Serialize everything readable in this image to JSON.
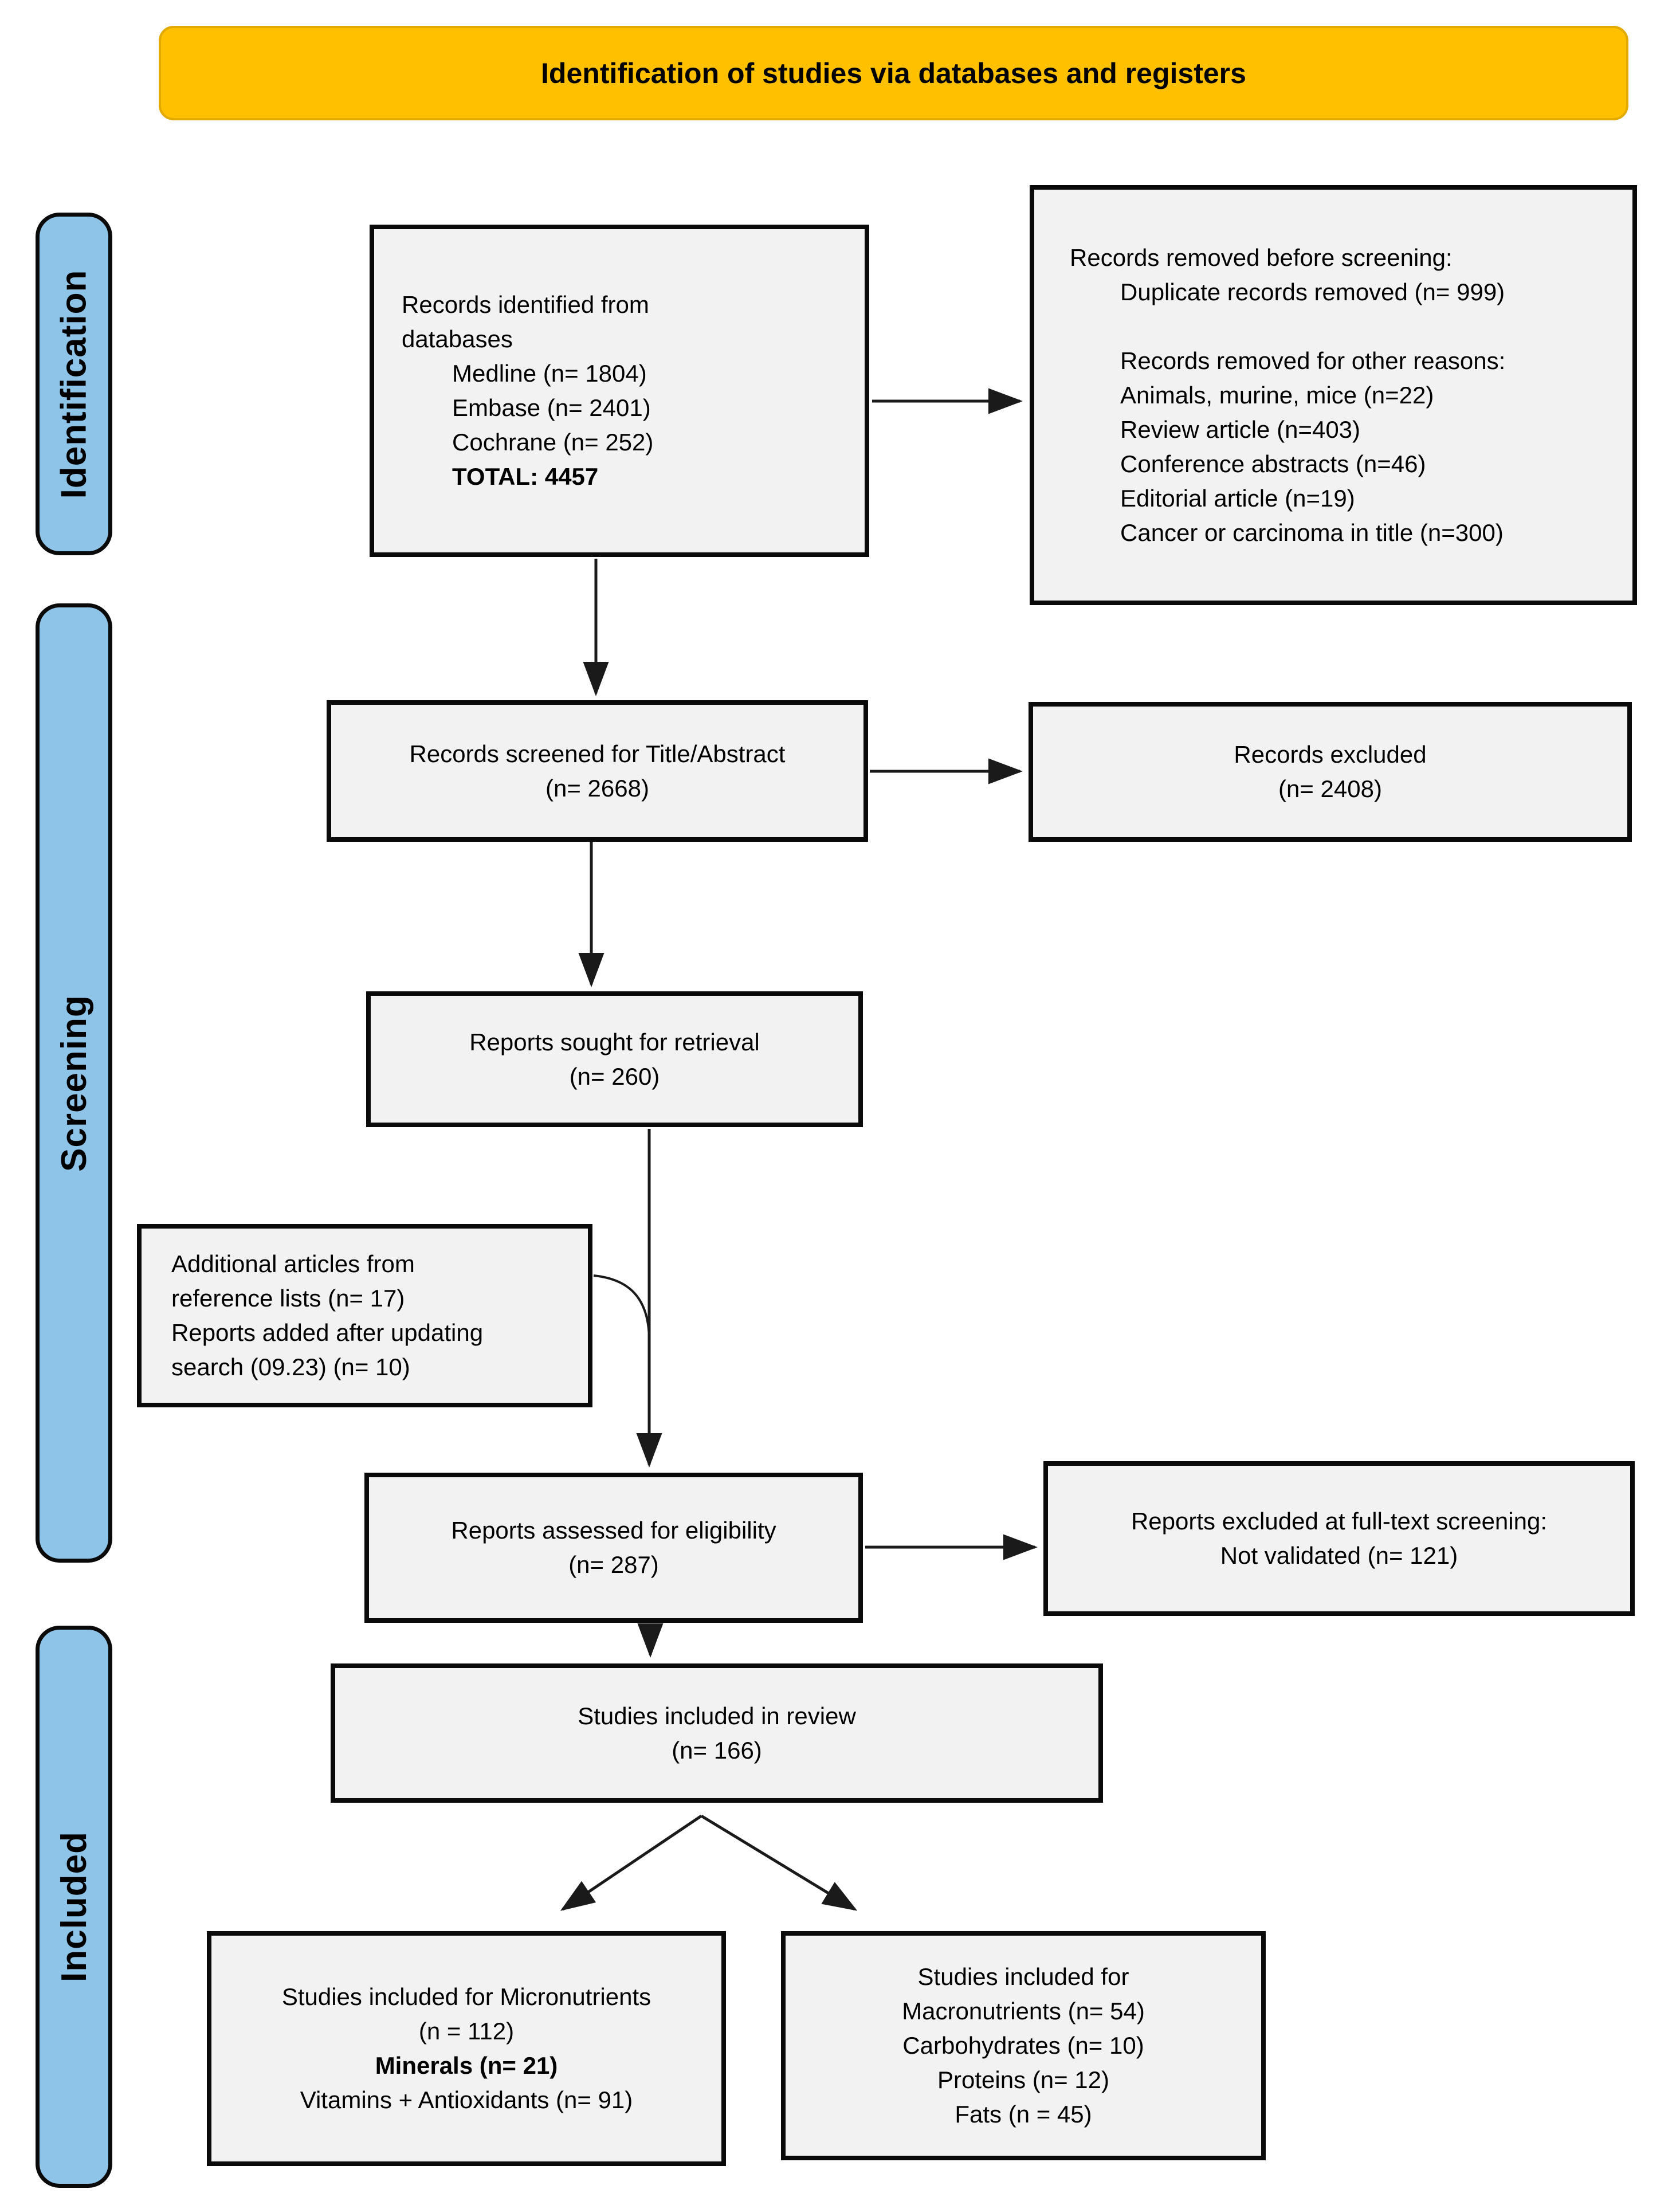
{
  "banner": {
    "title": "Identification of studies via databases and registers"
  },
  "stages": [
    {
      "label": "Identification"
    },
    {
      "label": "Screening"
    },
    {
      "label": "Included"
    }
  ],
  "colors": {
    "banner_bg": "#FFC000",
    "stage_bg": "#8FC4E9",
    "box_bg": "#F2F2F2",
    "border": "#000000",
    "arrow": "#1A1A1A"
  },
  "boxes": {
    "records_identified": {
      "lines": [
        {
          "t": "Records identified from",
          "i": 0,
          "b": false
        },
        {
          "t": "databases",
          "i": 0,
          "b": false
        },
        {
          "t": "Medline (n= 1804)",
          "i": 1,
          "b": false
        },
        {
          "t": "Embase (n= 2401)",
          "i": 1,
          "b": false
        },
        {
          "t": "Cochrane (n= 252)",
          "i": 1,
          "b": false
        },
        {
          "t": "TOTAL: 4457",
          "i": 1,
          "b": true
        }
      ]
    },
    "records_removed": {
      "lines": [
        {
          "t": "Records removed before screening:",
          "i": 0,
          "b": false
        },
        {
          "t": "Duplicate records removed (n= 999)",
          "i": 1,
          "b": false
        },
        {
          "t": "",
          "i": 0,
          "b": false
        },
        {
          "t": "Records removed for other reasons:",
          "i": 1,
          "b": false
        },
        {
          "t": "Animals, murine, mice (n=22)",
          "i": 1,
          "b": false
        },
        {
          "t": "Review article (n=403)",
          "i": 1,
          "b": false
        },
        {
          "t": "Conference abstracts (n=46)",
          "i": 1,
          "b": false
        },
        {
          "t": "Editorial article (n=19)",
          "i": 1,
          "b": false
        },
        {
          "t": "Cancer or carcinoma in title (n=300)",
          "i": 1,
          "b": false
        }
      ]
    },
    "records_screened": {
      "lines": [
        {
          "t": "Records screened for Title/Abstract",
          "i": 0,
          "b": false
        },
        {
          "t": "(n= 2668)",
          "i": 0,
          "b": false
        }
      ]
    },
    "records_excluded": {
      "lines": [
        {
          "t": "Records excluded",
          "i": 0,
          "b": false
        },
        {
          "t": "(n= 2408)",
          "i": 0,
          "b": false
        }
      ]
    },
    "reports_sought": {
      "lines": [
        {
          "t": "Reports sought for retrieval",
          "i": 0,
          "b": false
        },
        {
          "t": "(n= 260)",
          "i": 0,
          "b": false
        }
      ]
    },
    "additional_articles": {
      "lines": [
        {
          "t": "Additional articles from",
          "i": 0,
          "b": false
        },
        {
          "t": "reference lists (n= 17)",
          "i": 0,
          "b": false
        },
        {
          "t": "Reports added after updating",
          "i": 0,
          "b": false
        },
        {
          "t": "search (09.23) (n= 10)",
          "i": 0,
          "b": false
        }
      ]
    },
    "reports_assessed": {
      "lines": [
        {
          "t": "Reports assessed for eligibility",
          "i": 0,
          "b": false
        },
        {
          "t": "(n= 287)",
          "i": 0,
          "b": false
        }
      ]
    },
    "reports_excluded_ft": {
      "lines": [
        {
          "t": "Reports excluded at full-text screening:",
          "i": 0,
          "b": false
        },
        {
          "t": "Not validated (n= 121)",
          "i": 0,
          "b": false
        }
      ]
    },
    "studies_included": {
      "lines": [
        {
          "t": "Studies included in review",
          "i": 0,
          "b": false
        },
        {
          "t": "(n= 166)",
          "i": 0,
          "b": false
        }
      ]
    },
    "micronutrients": {
      "lines": [
        {
          "t": "Studies included for Micronutrients",
          "i": 0,
          "b": false
        },
        {
          "t": "(n = 112)",
          "i": 0,
          "b": false
        },
        {
          "t": "Minerals (n= 21)",
          "i": 0,
          "b": true
        },
        {
          "t": "Vitamins + Antioxidants (n= 91)",
          "i": 0,
          "b": false
        }
      ]
    },
    "macronutrients": {
      "lines": [
        {
          "t": "Studies included for",
          "i": 0,
          "b": false
        },
        {
          "t": "Macronutrients (n= 54)",
          "i": 0,
          "b": false
        },
        {
          "t": "Carbohydrates (n= 10)",
          "i": 0,
          "b": false
        },
        {
          "t": "Proteins (n= 12)",
          "i": 0,
          "b": false
        },
        {
          "t": "Fats (n = 45)",
          "i": 0,
          "b": false
        }
      ]
    }
  }
}
